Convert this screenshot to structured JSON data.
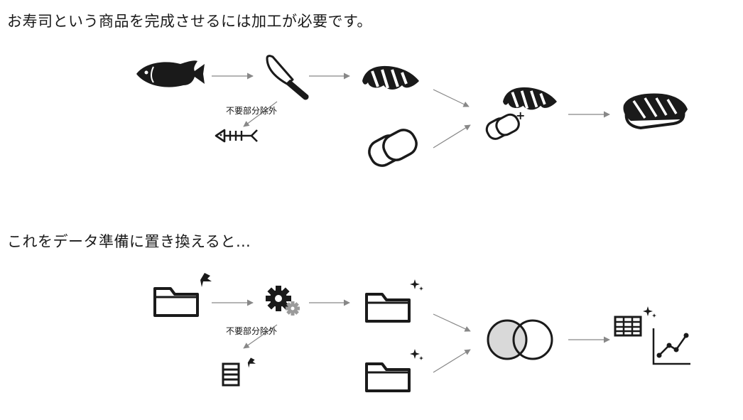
{
  "headings": {
    "top": "お寿司という商品を完成させるには加工が必要です。",
    "bottom": "これをデータ準備に置き換えると…"
  },
  "labels": {
    "top_remove": "不要部分除外",
    "bottom_remove": "不要部分除外"
  },
  "icons": {
    "sushi_flow": [
      "fish-icon",
      "knife-icon",
      "fish-fillet-icon",
      "fish-bone-icon",
      "rice-icon",
      "fillet-plus-rice-icon",
      "nigiri-sushi-icon"
    ],
    "data_flow": [
      "raw-data-folder-icon",
      "gear-process-icon",
      "clean-folder-icon",
      "discarded-data-icon",
      "second-clean-folder-icon",
      "venn-join-icon",
      "table-icon",
      "line-chart-icon"
    ]
  },
  "colors": {
    "icon": "#1a1a1a",
    "arrow": "#888888",
    "gear_small": "#9a9a9a",
    "venn_fill": "#d9d9d9"
  }
}
